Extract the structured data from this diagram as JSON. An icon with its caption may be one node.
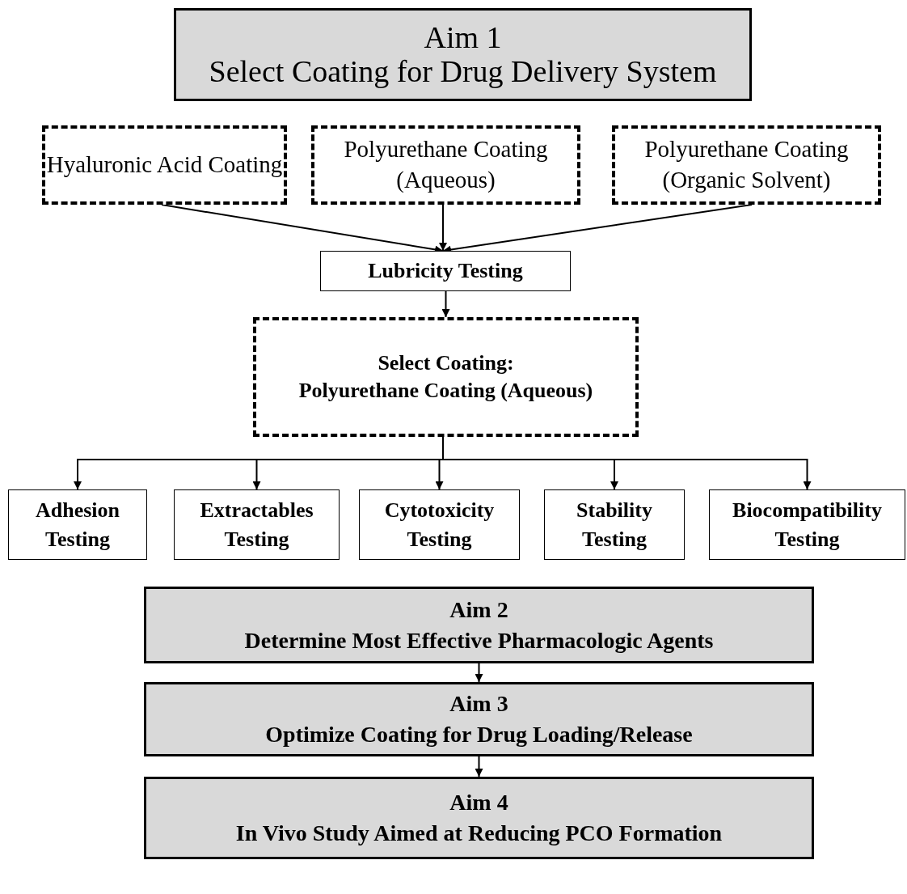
{
  "diagram": {
    "nodes": [
      {
        "text": [
          "Aim 1",
          "Select Coating for Drug Delivery System"
        ]
      },
      {
        "text": [
          "Hyaluronic Acid Coating"
        ]
      },
      {
        "text": [
          "Polyurethane Coating (Aqueous)"
        ]
      },
      {
        "text": [
          "Polyurethane Coating (Organic Solvent)"
        ]
      },
      {
        "text": [
          "Lubricity Testing"
        ]
      },
      {
        "text": [
          "Select Coating:",
          "Polyurethane Coating (Aqueous)"
        ]
      },
      {
        "text": [
          "Adhesion Testing"
        ]
      },
      {
        "text": [
          "Extractables Testing"
        ]
      },
      {
        "text": [
          "Cytotoxicity Testing"
        ]
      },
      {
        "text": [
          "Stability Testing"
        ]
      },
      {
        "text": [
          "Biocompatibility Testing"
        ]
      },
      {
        "text": [
          "Aim 2",
          "Determine Most Effective Pharmacologic Agents"
        ]
      },
      {
        "text": [
          "Aim 3",
          "Optimize Coating for Drug Loading/Release"
        ]
      },
      {
        "text": [
          "Aim 4",
          "In Vivo Study Aimed at Reducing PCO Formation"
        ]
      }
    ],
    "edges": [
      {
        "from": 1,
        "to": 4,
        "arrow": "to"
      },
      {
        "from": 2,
        "to": 4,
        "arrow": "to"
      },
      {
        "from": 3,
        "to": 4,
        "arrow": "to"
      },
      {
        "from": 4,
        "to": 5,
        "arrow": "to"
      },
      {
        "from": 5,
        "to": 6,
        "arrow": "to"
      },
      {
        "from": 5,
        "to": 7,
        "arrow": "to"
      },
      {
        "from": 5,
        "to": 8,
        "arrow": "to"
      },
      {
        "from": 5,
        "to": 9,
        "arrow": "to"
      },
      {
        "from": 5,
        "to": 10,
        "arrow": "to"
      },
      {
        "from": 11,
        "to": 12,
        "arrow": "to"
      },
      {
        "from": 12,
        "to": 13,
        "arrow": "to"
      }
    ]
  }
}
